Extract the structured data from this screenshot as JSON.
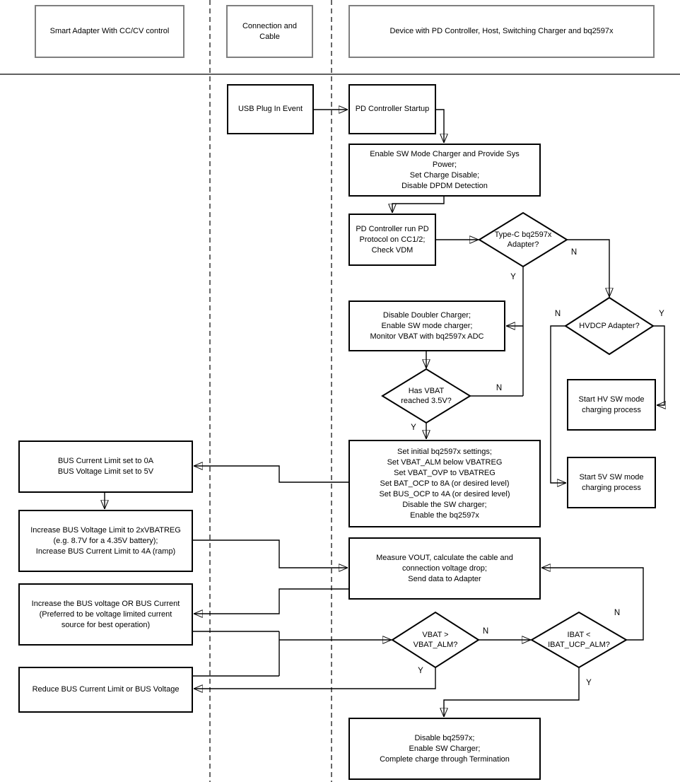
{
  "lanes": {
    "adapter": {
      "title": "Smart Adapter With CC/CV control"
    },
    "cable": {
      "title": "Connection and\nCable"
    },
    "device": {
      "title": "Device with PD Controller, Host, Switching Charger and bq2597x"
    }
  },
  "nodes": {
    "usb_plug": {
      "label": "USB Plug In Event"
    },
    "pd_startup": {
      "label": "PD Controller Startup"
    },
    "enable_sw": {
      "label": "Enable SW Mode Charger and Provide Sys\nPower;\nSet Charge Disable;\nDisable DPDM Detection"
    },
    "pd_run": {
      "label": "PD Controller run PD\nProtocol on CC1/2;\nCheck VDM"
    },
    "typec": {
      "label": "Type-C bq2597x\nAdapter?"
    },
    "hvdcp": {
      "label": "HVDCP Adapter?"
    },
    "disable_doubler": {
      "label": "Disable Doubler Charger;\nEnable SW mode charger;\nMonitor VBAT with bq2597x ADC"
    },
    "has_vbat": {
      "label": "Has VBAT\nreached 3.5V?"
    },
    "set_initial": {
      "label": "Set initial bq2597x settings;\nSet VBAT_ALM below VBATREG\nSet VBAT_OVP to VBATREG\nSet BAT_OCP to 8A (or desired level)\nSet BUS_OCP to 4A (or desired level)\nDisable the SW charger;\nEnable the bq2597x"
    },
    "start_hv": {
      "label": "Start HV SW mode\ncharging process"
    },
    "start_5v": {
      "label": "Start 5V SW mode\ncharging process"
    },
    "bus_limit": {
      "label": "BUS Current Limit set to 0A\nBUS Voltage Limit set to 5V"
    },
    "increase_limit": {
      "label": "Increase BUS Voltage Limit to 2xVBATREG\n(e.g. 8.7V for a 4.35V battery);\nIncrease BUS Current Limit to 4A (ramp)"
    },
    "increase_or": {
      "label": "Increase the BUS voltage OR BUS Current\n(Preferred to be voltage limited current\nsource for best operation)"
    },
    "reduce": {
      "label": "Reduce BUS Current Limit or BUS Voltage"
    },
    "measure_vout": {
      "label": "Measure VOUT, calculate the cable and\nconnection voltage drop;\nSend data to Adapter"
    },
    "vbat": {
      "label": "VBAT >\nVBAT_ALM?"
    },
    "ibat": {
      "label": "IBAT <\nIBAT_UCP_ALM?"
    },
    "complete": {
      "label": "Disable bq2597x;\nEnable SW Charger;\nComplete charge through Termination"
    }
  },
  "branch_labels": {
    "typec_y": "Y",
    "typec_n": "N",
    "hvdcp_y": "Y",
    "hvdcp_n": "N",
    "has_vbat_y": "Y",
    "has_vbat_n": "N",
    "vbat_y": "Y",
    "vbat_n": "N",
    "ibat_y": "Y",
    "ibat_n": "N"
  }
}
